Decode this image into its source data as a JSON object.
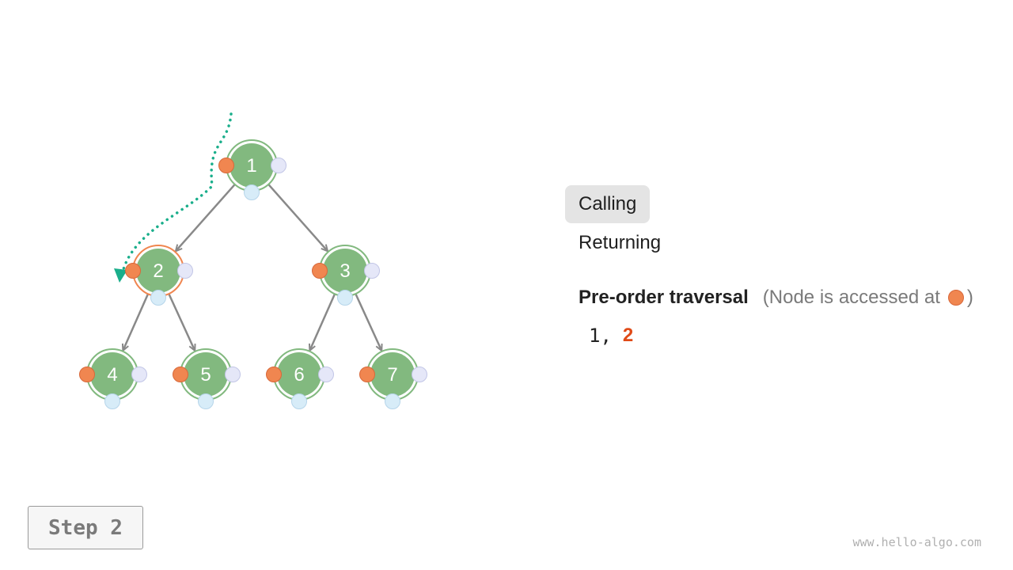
{
  "tree": {
    "nodes": [
      {
        "id": 1,
        "label": "1",
        "visited": false
      },
      {
        "id": 2,
        "label": "2",
        "visited": true
      },
      {
        "id": 3,
        "label": "3",
        "visited": false
      },
      {
        "id": 4,
        "label": "4",
        "visited": false
      },
      {
        "id": 5,
        "label": "5",
        "visited": false
      },
      {
        "id": 6,
        "label": "6",
        "visited": false
      },
      {
        "id": 7,
        "label": "7",
        "visited": false
      }
    ],
    "edges": [
      [
        1,
        2
      ],
      [
        1,
        3
      ],
      [
        2,
        4
      ],
      [
        2,
        5
      ],
      [
        3,
        6
      ],
      [
        3,
        7
      ]
    ],
    "path": [
      1,
      2
    ]
  },
  "colors": {
    "node_fill": "#82b97f",
    "node_ring": "#82b97f",
    "visited_ring": "#f08650",
    "pre_dot": "#f08650",
    "in_dot": "#d7ecf8",
    "post_dot": "#e5e7f8",
    "edge": "#898989",
    "path": "#1aae8b",
    "current_value": "#e04a17"
  },
  "tabs": {
    "calling": "Calling",
    "returning": "Returning",
    "active": "calling"
  },
  "legend": {
    "title": "Pre-order traversal",
    "note_open": "(Node is accessed at",
    "note_close": ")"
  },
  "sequence": {
    "items": [
      "1",
      "2"
    ],
    "separator": ","
  },
  "step": {
    "label": "Step 2"
  },
  "watermark": "www.hello-algo.com"
}
